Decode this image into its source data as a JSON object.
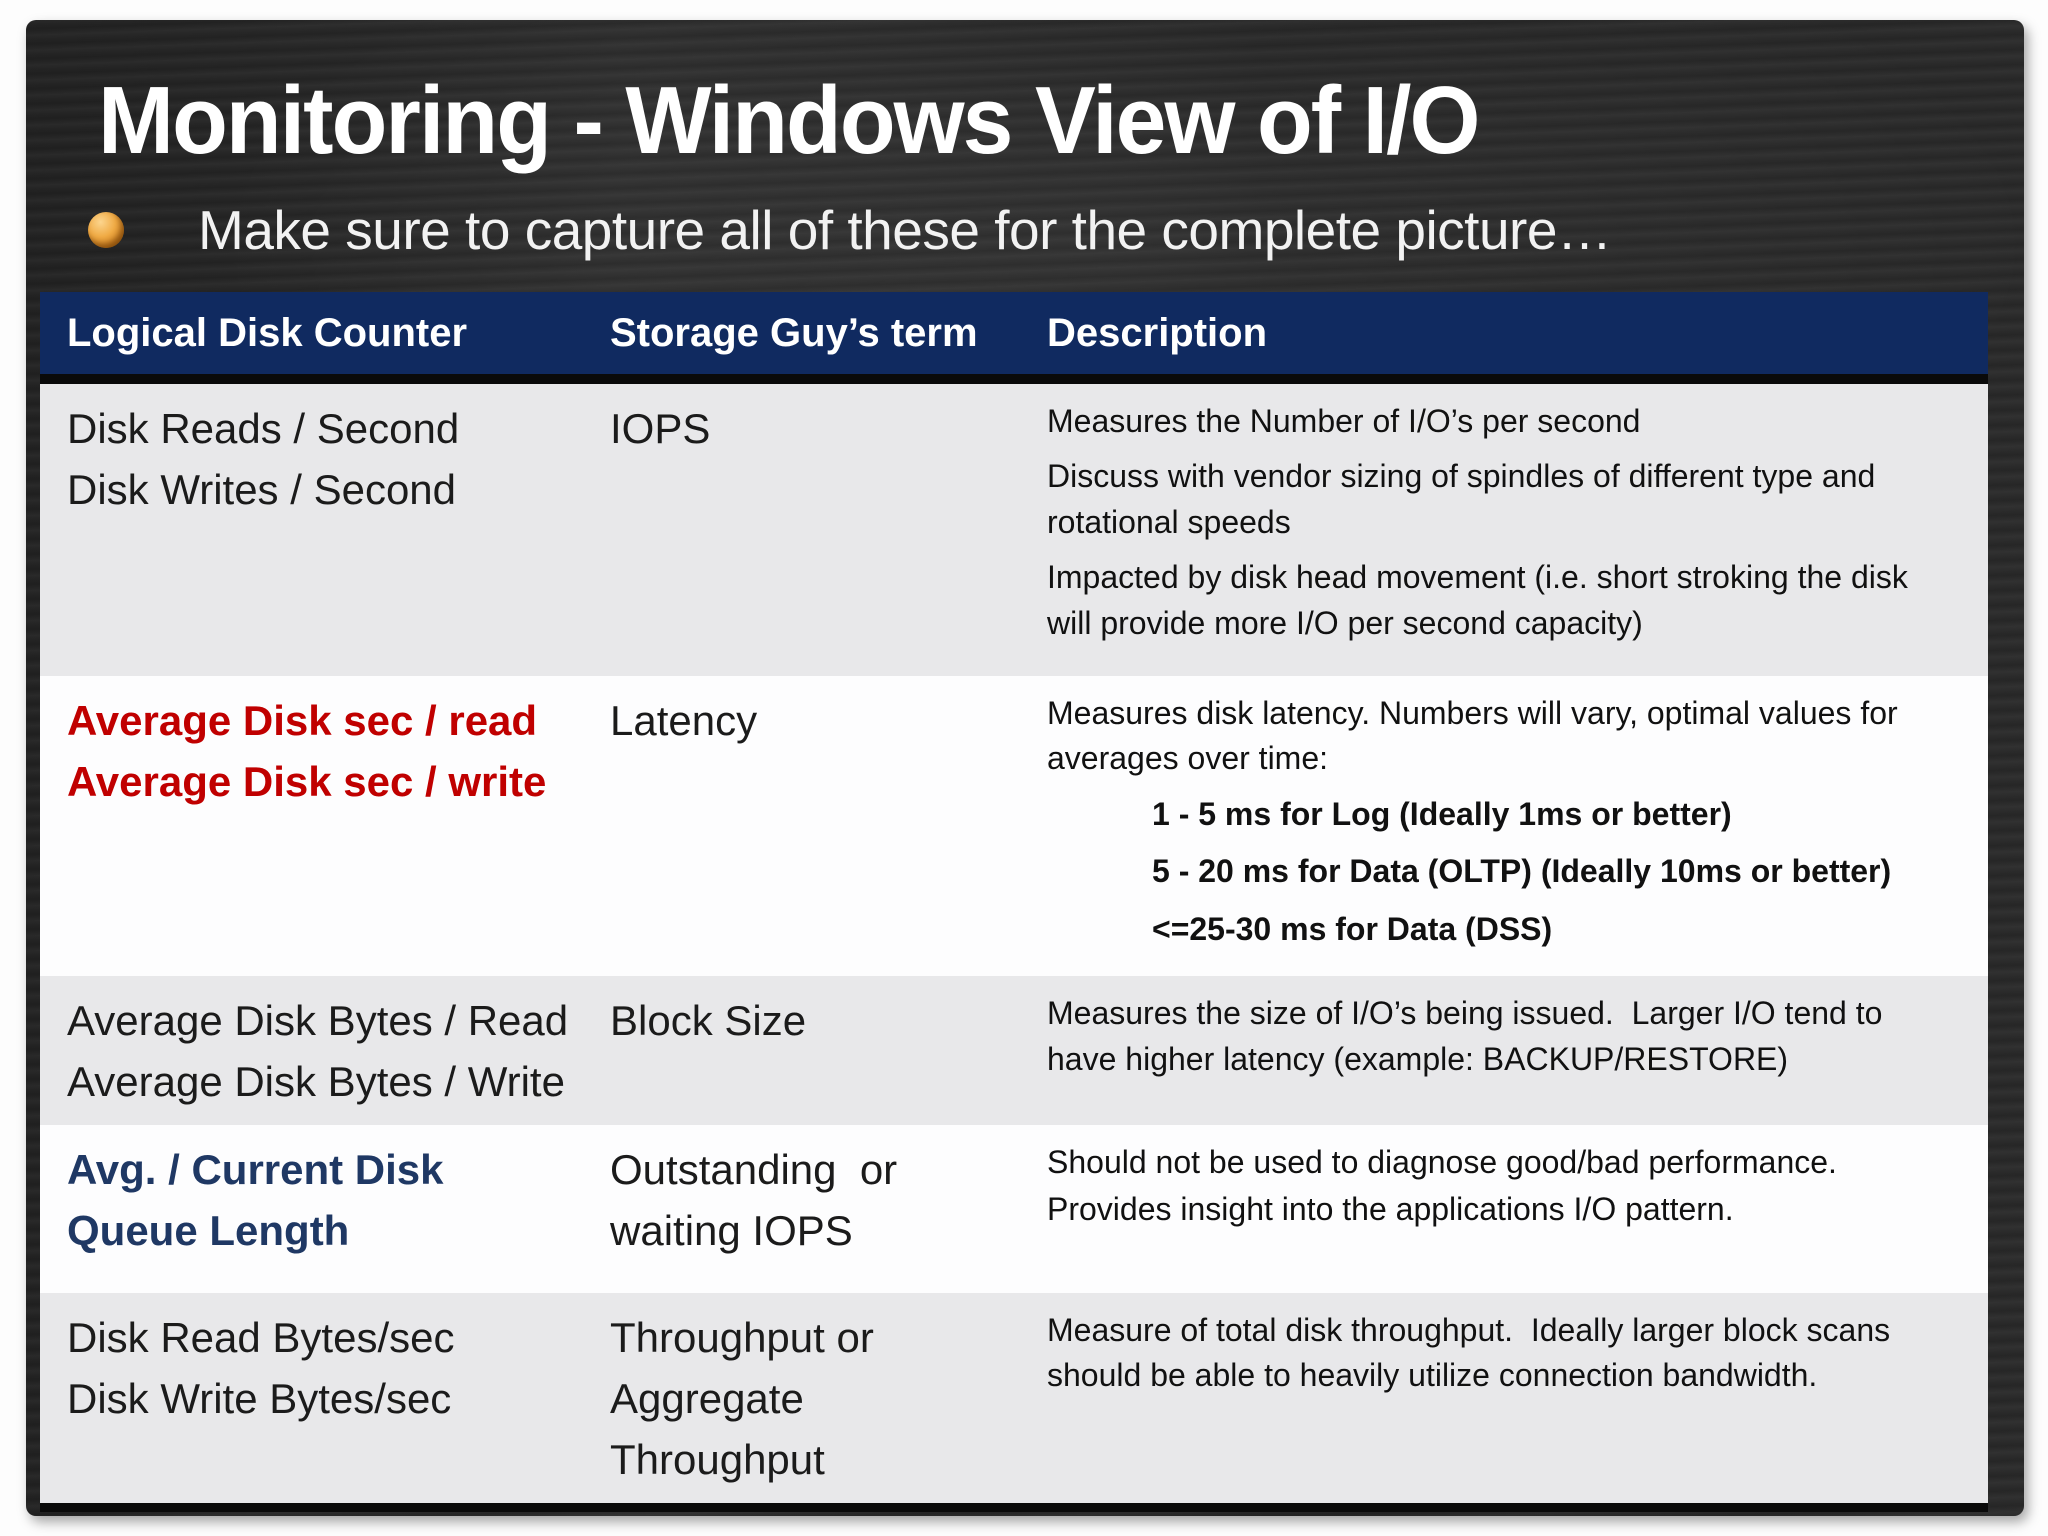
{
  "slide": {
    "title": "Monitoring - Windows View of I/O",
    "subtitle": "Make sure to capture all of these for the complete picture…",
    "bullet_icon": "orange-sphere",
    "colors": {
      "slide_bg": "#292929",
      "title_white": "#ffffff",
      "bullet_orange": "#cf801f",
      "header_bg": "#102a60",
      "row_gray": "#e8e8ea",
      "row_white": "#fdfdfe",
      "red_text": "#c00000",
      "navy_text": "#1f3864",
      "border_black": "#0a0a0a"
    }
  },
  "table": {
    "headers": [
      "Logical Disk Counter",
      "Storage Guy’s term",
      "Description"
    ],
    "rows": [
      {
        "counter": [
          "Disk Reads / Second",
          "Disk Writes / Second"
        ],
        "term": [
          "IOPS"
        ],
        "desc": [
          "Measures the Number of I/O’s per second",
          "Discuss with vendor sizing of spindles of different type and rotational speeds",
          "Impacted by disk head movement (i.e. short stroking the disk will provide more I/O per second capacity)"
        ]
      },
      {
        "counter": [
          "Average Disk sec / read",
          "Average Disk sec / write"
        ],
        "term": [
          "Latency"
        ],
        "desc_intro": "Measures disk latency. Numbers will vary, optimal values for averages over time:",
        "thresholds": [
          "1 - 5 ms for Log (Ideally 1ms or better)",
          "5 - 20 ms for Data (OLTP) (Ideally 10ms or better)",
          "<=25-30 ms for Data (DSS)"
        ]
      },
      {
        "counter": [
          "Average Disk Bytes / Read",
          "Average Disk Bytes / Write"
        ],
        "term": [
          "Block Size"
        ],
        "desc": [
          "Measures the size of I/O’s being issued.  Larger I/O tend to have higher latency (example: BACKUP/RESTORE)"
        ]
      },
      {
        "counter": [
          "Avg. / Current Disk",
          "Queue Length"
        ],
        "term": [
          "Outstanding  or",
          "waiting IOPS"
        ],
        "desc": [
          "Should not be used to diagnose good/bad performance.",
          "Provides insight into the applications I/O pattern."
        ]
      },
      {
        "counter": [
          "Disk Read Bytes/sec",
          "Disk Write Bytes/sec"
        ],
        "term": [
          "Throughput or",
          "Aggregate",
          "Throughput"
        ],
        "desc": [
          "Measure of total disk throughput.  Ideally larger block scans should be able to heavily utilize connection bandwidth."
        ]
      }
    ]
  }
}
